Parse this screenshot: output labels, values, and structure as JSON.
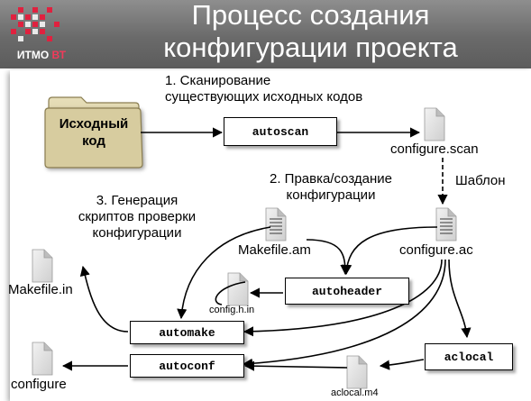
{
  "header": {
    "title_line1": "Процесс создания",
    "title_line2": "конфигурации проекта",
    "logo_text": "ИТМО",
    "logo_accent": "ВТ"
  },
  "steps": {
    "step1_line1": "1. Сканирование",
    "step1_line2": "существующих исходных кодов",
    "step2_line1": "2. Правка/создание",
    "step2_line2": "конфигурации",
    "step3_line1": "3. Генерация",
    "step3_line2": "скриптов проверки",
    "step3_line3": "конфигурации"
  },
  "nodes": {
    "source_line1": "Исходный",
    "source_line2": "код",
    "autoscan": "autoscan",
    "configure_scan": "configure.scan",
    "template_label": "Шаблон",
    "makefile_am": "Makefile.am",
    "configure_ac": "configure.ac",
    "autoheader": "autoheader",
    "config_h_in": "config.h.in",
    "automake": "automake",
    "autoconf": "autoconf",
    "aclocal": "aclocal",
    "aclocal_m4": "aclocal.m4",
    "makefile_in": "Makefile.in",
    "configure": "configure"
  },
  "colors": {
    "header_bg": "#6a6a6a",
    "logo_red": "#e0213f",
    "folder_fill": "#d7cc9f"
  }
}
